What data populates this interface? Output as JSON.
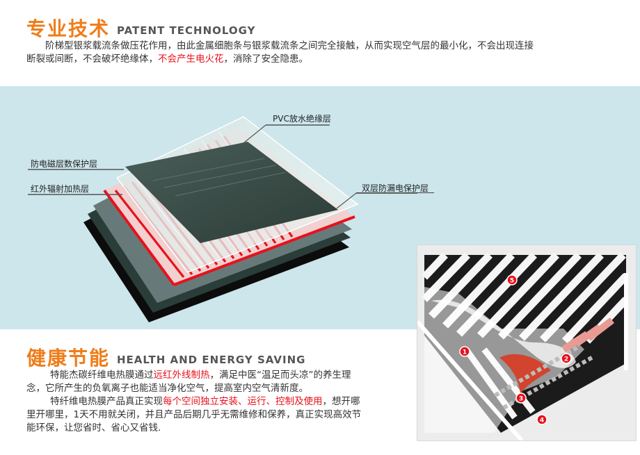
{
  "section1": {
    "title_cn": "专业技术",
    "title_en": "PATENT TECHNOLOGY",
    "para_a": "阶梯型银浆载流条做压花作用，由此金属细胞条与银浆载流条之间完全接触，从而实现空气层的最小化，不会出现连接",
    "para_b1": "断裂或间断，不会破坏绝缘体，",
    "para_b_red": "不会产生电火花",
    "para_b2": "，消除了安全隐患。"
  },
  "diagram": {
    "labels": {
      "pvc": "PVC放水绝缘层",
      "emf": "防电磁层数保护层",
      "ir": "红外辐射加热层",
      "leak": "双层防漏电保护层"
    },
    "colors": {
      "band": "#cce6ec",
      "accent_red": "#e8111b",
      "heading_orange": "#ef7d1a"
    }
  },
  "inset": {
    "markers": [
      "1",
      "2",
      "3",
      "4",
      "5"
    ]
  },
  "section2": {
    "title_cn": "健康节能",
    "title_en": "HEALTH AND ENERGY SAVING",
    "p1_a": "特能杰碳纤维电热膜通过",
    "p1_red": "远红外线制热",
    "p1_b": "，满足中医“温足而头凉”的养生理",
    "p1_c": "念，它所产生的负氧离子也能适当净化空气，提高室内空气清新度。",
    "p2_a": "特纤维电热膜产品真正实现",
    "p2_red": "每个空间独立安装、运行、控制及使用",
    "p2_b": "，想开哪",
    "p2_c": "里开哪里，1天不用就关闭，并且产品后期几乎无需维修和保养，真正实现高效节",
    "p2_d": "能环保，让您省时、省心又省钱."
  }
}
